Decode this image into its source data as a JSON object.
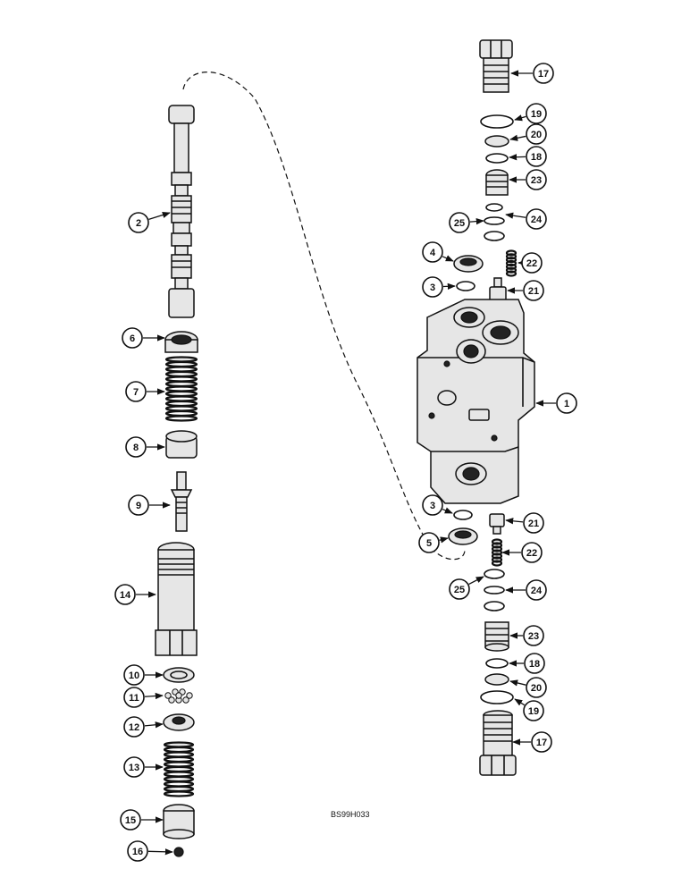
{
  "drawing": {
    "reference_code": "BS99H033"
  },
  "callouts": {
    "c1": "1",
    "c2": "2",
    "c3a": "3",
    "c3b": "3",
    "c4": "4",
    "c5": "5",
    "c6": "6",
    "c7": "7",
    "c8": "8",
    "c9": "9",
    "c10": "10",
    "c11": "11",
    "c12": "12",
    "c13": "13",
    "c14": "14",
    "c15": "15",
    "c16": "16",
    "c17a": "17",
    "c17b": "17",
    "c18a": "18",
    "c18b": "18",
    "c19a": "19",
    "c19b": "19",
    "c20a": "20",
    "c20b": "20",
    "c21a": "21",
    "c21b": "21",
    "c22a": "22",
    "c22b": "22",
    "c23a": "23",
    "c23b": "23",
    "c24a": "24",
    "c24b": "24",
    "c25a": "25",
    "c25b": "25"
  },
  "colors": {
    "ink": "#111111",
    "paper": "#ffffff",
    "fill": "#e6e6e6"
  }
}
